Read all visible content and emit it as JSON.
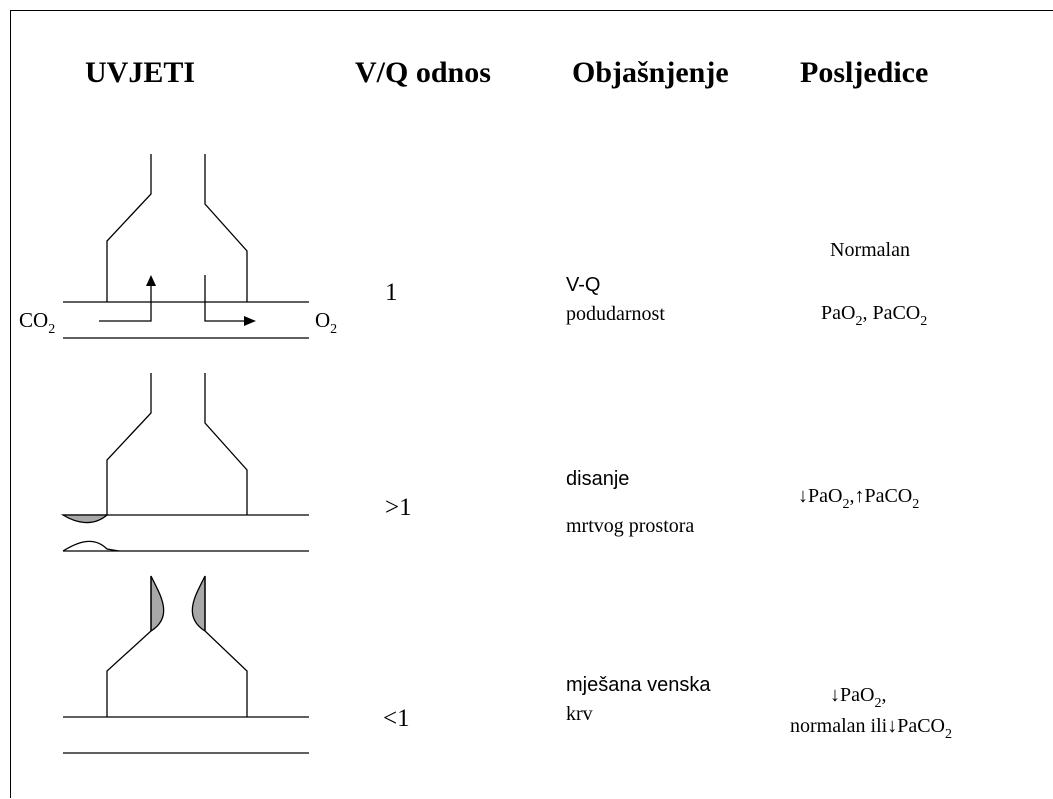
{
  "headers": {
    "conditions": "UVJETI",
    "ratio": "V/Q odnos",
    "explanation": "Objašnjenje",
    "consequences": "Posljedice"
  },
  "rows": [
    {
      "ratio": "1",
      "explanation": [
        "V-Q",
        "podudarnost"
      ],
      "consequence_line1": "Normalan",
      "consequence_line2": {
        "a": "PaO",
        "a_sub": "2",
        "sep": ", ",
        "b": "PaCO",
        "b_sub": "2"
      },
      "diagram_labels": {
        "left": "CO",
        "left_sub": "2",
        "right": "O",
        "right_sub": "2"
      }
    },
    {
      "ratio": ">1",
      "explanation": [
        "disanje",
        "mrtvog prostora"
      ],
      "consequence": {
        "arrow1": "↓",
        "a": "PaO",
        "a_sub": "2",
        "sep": ",",
        "arrow2": "↑",
        "b": "PaCO",
        "b_sub": "2"
      }
    },
    {
      "ratio": "<1",
      "explanation": [
        "mješana venska",
        "krv"
      ],
      "consequence_line1": {
        "arrow": "↓",
        "a": "PaO",
        "a_sub": "2",
        "tail": ","
      },
      "consequence_line2": {
        "text": "normalan ili",
        "arrow": "↓",
        "b": "PaCO",
        "b_sub": "2"
      }
    }
  ],
  "colors": {
    "shading": "#a8a8a8",
    "line": "#000000"
  }
}
